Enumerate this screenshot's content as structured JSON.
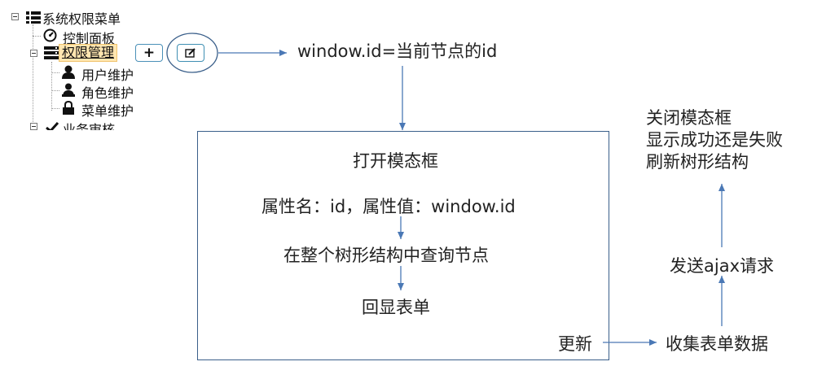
{
  "tree": {
    "root_label": "系统权限菜单",
    "items": [
      {
        "label": "控制面板",
        "icon": "dashboard-icon"
      },
      {
        "label": "权限管理",
        "icon": "server-icon",
        "active": true
      },
      {
        "label": "用户维护",
        "icon": "user-icon"
      },
      {
        "label": "角色维护",
        "icon": "user-tie-icon"
      },
      {
        "label": "菜单维护",
        "icon": "lock-icon"
      },
      {
        "label": "业务审核",
        "icon": "check-icon"
      }
    ],
    "add_button": "+"
  },
  "diagram": {
    "window_id": "window.id=当前节点的id",
    "modal_title": "打开模态框",
    "attr_text": "属性名：id，属性值：window.id",
    "query_text": "在整个树形结构中查询节点",
    "echo_text": "回显表单",
    "update_text": "更新",
    "collect_text": "收集表单数据",
    "ajax_text": "发送ajax请求",
    "result_lines": [
      "关闭模态框",
      "显示成功还是失败",
      "刷新树形结构"
    ]
  },
  "colors": {
    "arrow": "#4a78b5",
    "box_border": "#3a5f8a",
    "active_bg": "#ffe6b0"
  }
}
